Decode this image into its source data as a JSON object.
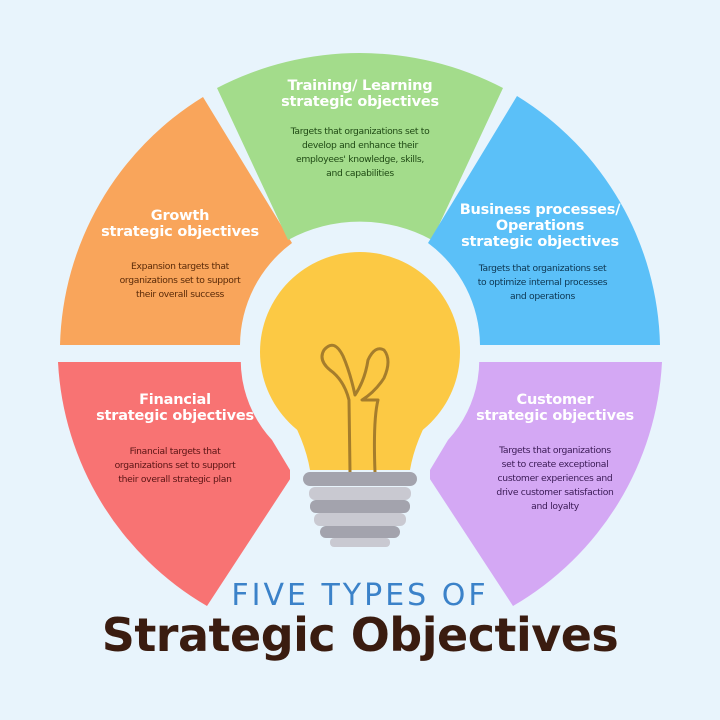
{
  "header": {
    "subtitle": "FIVE TYPES OF",
    "title": "Strategic Objectives"
  },
  "colors": {
    "background": "#e8f4fc",
    "financial": "#f87373",
    "growth": "#f9a55b",
    "training": "#a3dc8b",
    "business": "#5bc0f8",
    "customer": "#d4a8f4",
    "bulb": "#fcc944",
    "bulb_filament": "#a57d2c",
    "bulb_base_dark": "#a3a3ad",
    "bulb_base_light": "#c9c9d1",
    "subtitle": "#3b82c9",
    "title": "#3a1c10"
  },
  "segments": {
    "training": {
      "title_line1": "Training/ Learning",
      "title_line2": "strategic objectives",
      "desc_line1": "Targets that organizations set to",
      "desc_line2": "develop and enhance their",
      "desc_line3": "employees' knowledge, skills,",
      "desc_line4": "and capabilities"
    },
    "growth": {
      "title_line1": "Growth",
      "title_line2": "strategic objectives",
      "desc_line1": "Expansion targets that",
      "desc_line2": "organizations set to support",
      "desc_line3": "their overall success"
    },
    "business": {
      "title_line1": "Business processes/",
      "title_line2": "Operations",
      "title_line3": "strategic objectives",
      "desc_line1": "Targets that organizations set",
      "desc_line2": "to optimize internal processes",
      "desc_line3": "and operations"
    },
    "financial": {
      "title_line1": "Financial",
      "title_line2": "strategic objectives",
      "desc_line1": "Financial targets that",
      "desc_line2": "organizations set to support",
      "desc_line3": "their overall strategic plan"
    },
    "customer": {
      "title_line1": "Customer",
      "title_line2": "strategic objectives",
      "desc_line1": "Targets that organizations",
      "desc_line2": "set to create exceptional",
      "desc_line3": "customer experiences and",
      "desc_line4": "drive customer satisfaction",
      "desc_line5": "and loyalty"
    }
  },
  "center_icon": "lightbulb-icon"
}
